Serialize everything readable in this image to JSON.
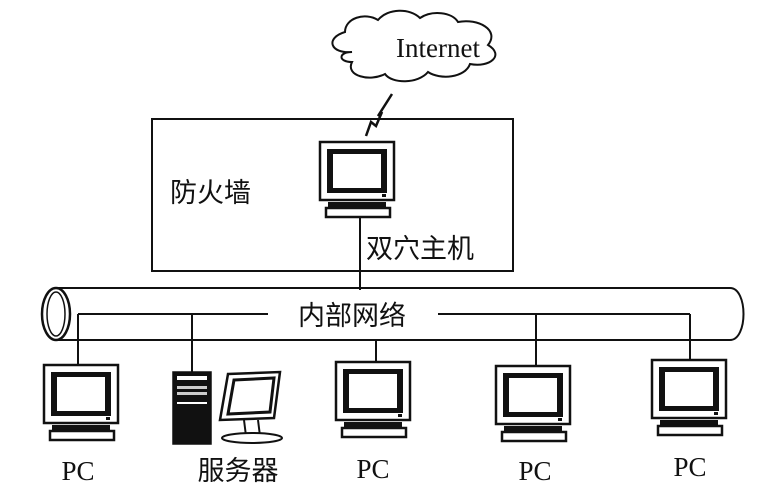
{
  "diagram": {
    "internet": {
      "label": "Internet"
    },
    "firewall": {
      "label": "防火墙"
    },
    "dual_homed_host": {
      "label": "双穴主机"
    },
    "internal_network": {
      "label": "内部网络"
    },
    "server": {
      "label": "服务器"
    },
    "pcs": [
      {
        "label": "PC"
      },
      {
        "label": "PC"
      },
      {
        "label": "PC"
      },
      {
        "label": "PC"
      }
    ]
  },
  "colors": {
    "stroke": "#111111",
    "background": "#ffffff"
  }
}
